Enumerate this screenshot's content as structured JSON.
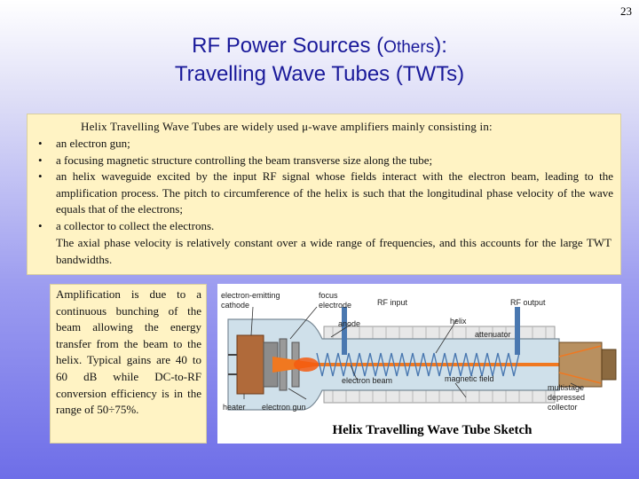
{
  "page_number": "23",
  "title": {
    "line1_prefix": "RF Power Sources (",
    "line1_small": "Others",
    "line1_suffix": "):",
    "line2": "Travelling Wave Tubes (TWTs)"
  },
  "main_box": {
    "intro": "Helix Travelling Wave Tubes are widely used μ-wave amplifiers mainly consisting in:",
    "bullet_symbol": "•",
    "bullets": [
      "an electron gun;",
      "a focusing magnetic structure controlling the beam transverse size along the tube;",
      "an helix waveguide excited by the input RF signal whose fields interact with the electron beam, leading to the amplification process. The pitch to circumference of the helix is such that the longitudinal phase velocity of the wave equals that of the electrons;",
      "a collector to collect the electrons."
    ],
    "tail": "The axial phase velocity is relatively constant over a wide range of frequencies, and this accounts for the large TWT bandwidths."
  },
  "side_box": {
    "text": "Amplification is due to a continuous bunching of the beam allowing the energy transfer from the beam to the helix. Typical gains are 40 to 60 dB while DC-to-RF conversion efficiency is in the range of 50÷75%."
  },
  "figure": {
    "caption": "Helix Travelling Wave Tube Sketch",
    "labels": {
      "cathode_line1": "electron-emitting",
      "cathode_line2": "cathode",
      "focus_line1": "focus",
      "focus_line2": "electrode",
      "anode": "anode",
      "rf_input": "RF input",
      "helix": "helix",
      "rf_output": "RF output",
      "attenuator": "attenuator",
      "electron_beam": "electron beam",
      "magnetic_field": "magnetic field",
      "collector_line1": "multistage",
      "collector_line2": "depressed",
      "collector_line3": "collector",
      "heater": "heater",
      "electron_gun": "electron gun"
    }
  }
}
